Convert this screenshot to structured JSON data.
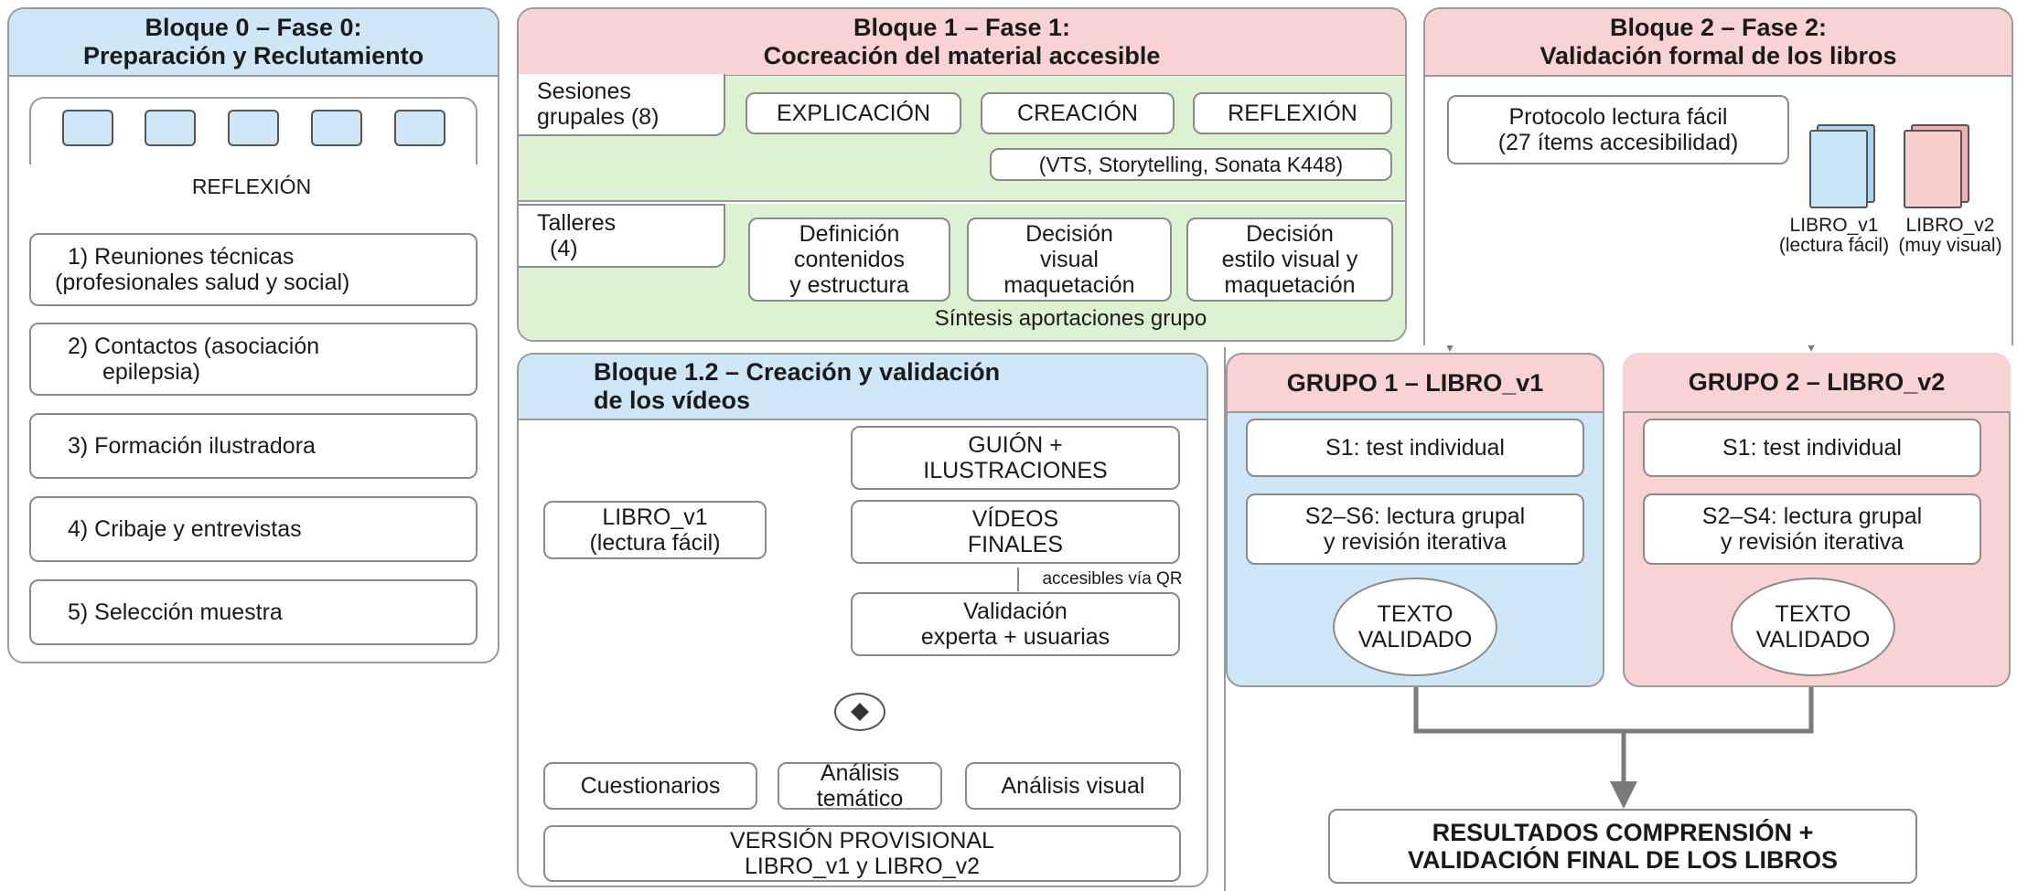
{
  "block0": {
    "title1": "Bloque 0 – Fase 0:",
    "title2": "Preparación y Reclutamiento",
    "reflexion": "REFLEXIÓN",
    "items": [
      [
        "1) Reuniones técnicas",
        "(profesionales salud y social)"
      ],
      [
        "2) Contactos (asociación",
        "epilepsia)"
      ],
      [
        "3) Formación ilustradora"
      ],
      [
        "4) Cribaje y entrevistas"
      ],
      [
        "5) Selección muestra"
      ]
    ]
  },
  "block1": {
    "title1": "Bloque 1 – Fase 1:",
    "title2": "Cocreación del material accesible",
    "sesiones": [
      "Sesiones",
      "grupales (8)"
    ],
    "explicacion": "EXPLICACIÓN",
    "creacion": "CREACIÓN",
    "reflexion": "REFLEXIÓN",
    "methods": "(VTS, Storytelling, Sonata K448)",
    "talleres": [
      "Talleres",
      "(4)"
    ],
    "def": [
      "Definición",
      "contenidos",
      "y estructura"
    ],
    "dec1": [
      "Decisión",
      "visual",
      "maquetación"
    ],
    "dec2": [
      "Decisión",
      "estilo visual y",
      "maquetación"
    ],
    "sintesis": "Síntesis aportaciones grupo"
  },
  "block12": {
    "title1": "Bloque 1.2 – Creación y validación",
    "title2": "de los vídeos",
    "libro": [
      "LIBRO_v1",
      "(lectura fácil)"
    ],
    "guion": [
      "GUIÓN +",
      "ILUSTRACIONES"
    ],
    "videos": [
      "VÍDEOS",
      "FINALES"
    ],
    "qr": "accesibles vía QR",
    "valid": [
      "Validación",
      "experta + usuarias"
    ],
    "cuest": "Cuestionarios",
    "tematico": [
      "Análisis",
      "temático"
    ],
    "visual": "Análisis visual",
    "version": [
      "VERSIÓN PROVISIONAL",
      "LIBRO_v1 y LIBRO_v2"
    ]
  },
  "block2": {
    "title1": "Bloque 2 – Fase 2:",
    "title2": "Validación formal de los libros",
    "protocolo": [
      "Protocolo lectura fácil",
      "(27 ítems accesibilidad)"
    ],
    "book1": [
      "LIBRO_v1",
      "(lectura fácil)"
    ],
    "book2": [
      "LIBRO_v2",
      "(muy visual)"
    ],
    "g1": {
      "title": "GRUPO 1 – LIBRO_v1",
      "s1": "S1: test individual",
      "s2": [
        "S2–S6: lectura grupal",
        "y revisión iterativa"
      ],
      "texto": [
        "TEXTO",
        "VALIDADO"
      ]
    },
    "g2": {
      "title": "GRUPO 2 – LIBRO_v2",
      "s1": "S1: test individual",
      "s2": [
        "S2–S4: lectura grupal",
        "y revisión iterativa"
      ],
      "texto": [
        "TEXTO",
        "VALIDADO"
      ]
    },
    "result": [
      "RESULTADOS COMPRENSIÓN +",
      "VALIDACIÓN FINAL DE LOS LIBROS"
    ]
  },
  "colors": {
    "blue": "#cfe6f7",
    "pink": "#f9d3d3",
    "green": "#dcf2d2",
    "yellow": "#fbf0b8",
    "line": "#8a8a8a"
  }
}
